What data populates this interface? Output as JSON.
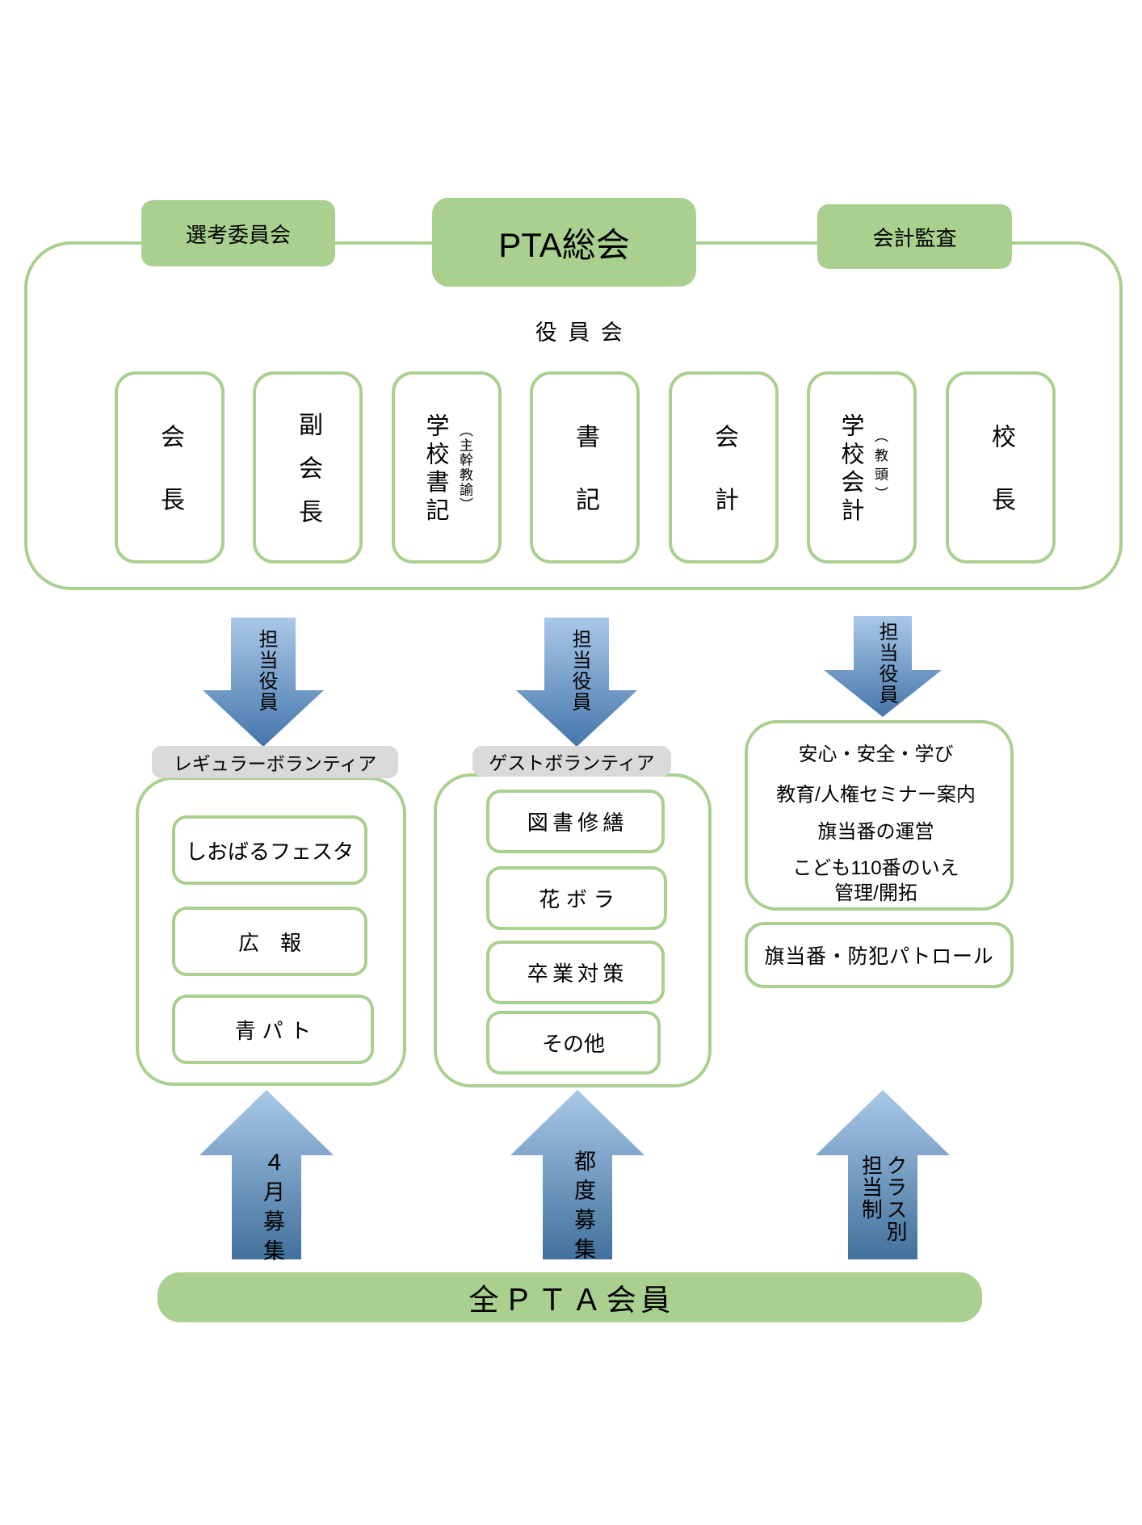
{
  "colors": {
    "green": "#a9d08e",
    "gray": "#d9d9d9",
    "arrow_gradient_top": "#aac8e8",
    "arrow_gradient_bottom": "#4576ab",
    "text": "#000000"
  },
  "top": {
    "selection_committee": "選考委員会",
    "general_assembly": "PTA総会",
    "audit": "会計監査",
    "board_label": "役員会",
    "officers": [
      {
        "main": "会長",
        "sub": ""
      },
      {
        "main": "副会長",
        "sub": ""
      },
      {
        "main": "学校書記",
        "sub": "（主幹教諭）"
      },
      {
        "main": "書記",
        "sub": ""
      },
      {
        "main": "会計",
        "sub": ""
      },
      {
        "main": "学校会計",
        "sub": "（教頭）"
      },
      {
        "main": "校長",
        "sub": ""
      }
    ]
  },
  "arrows": {
    "down_label": "担当役員",
    "up_left": "４月募集",
    "up_center": "都度募集",
    "up_right": "クラス別\n担当制"
  },
  "groups": {
    "regular": {
      "title": "レギュラーボランティア",
      "items": [
        "しおばるフェスタ",
        "広　報",
        "青パト"
      ]
    },
    "guest": {
      "title": "ゲストボランティア",
      "items": [
        "図書修繕",
        "花ボラ",
        "卒業対策",
        "その他"
      ]
    }
  },
  "safety_panel": {
    "lines": [
      "安心・安全・学び",
      "教育/人権セミナー案内",
      "旗当番の運営",
      "こども110番のいえ",
      "管理/開拓"
    ],
    "patrol_box": "旗当番・防犯パトロール"
  },
  "footer": {
    "all_members": "全ＰＴＡ会員"
  }
}
